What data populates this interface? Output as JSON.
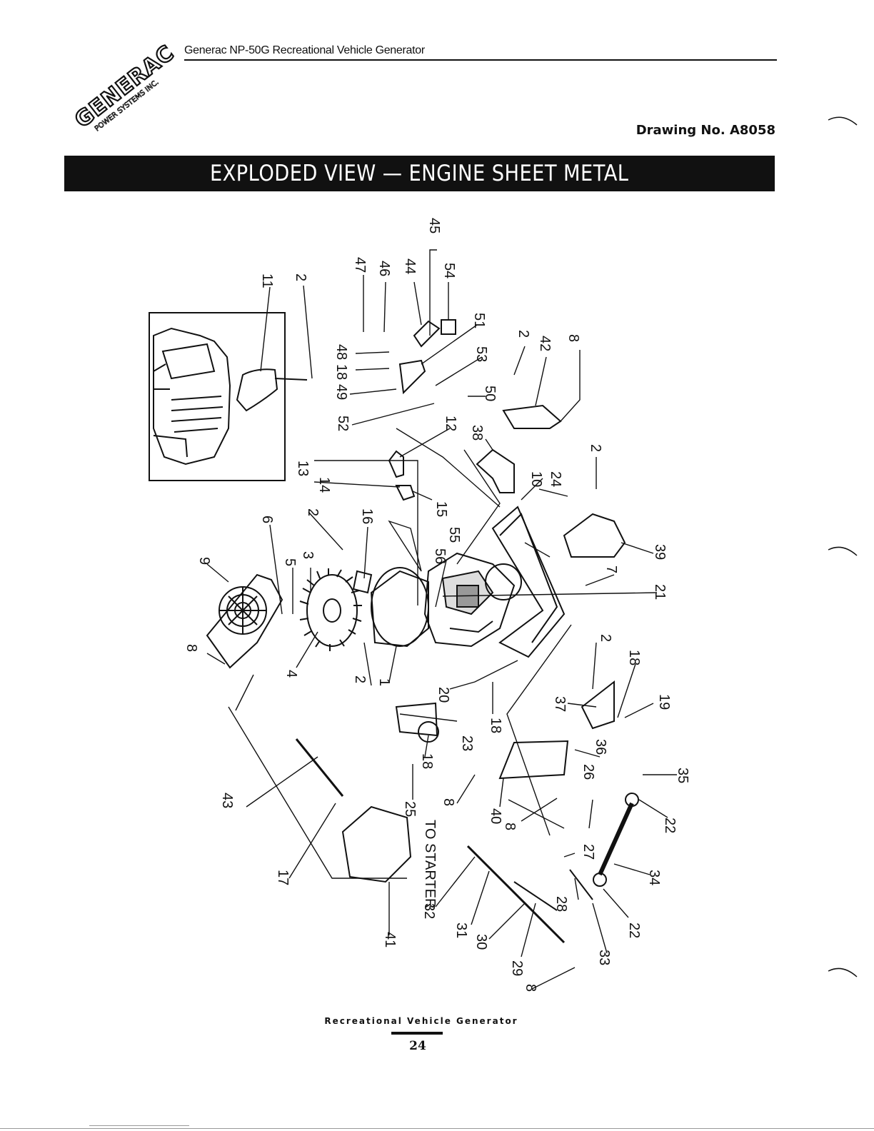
{
  "header": {
    "title": "Generac NP-50G Recreational Vehicle Generator",
    "logo_text": "GENERAC",
    "logo_subtext": "POWER SYSTEMS INC."
  },
  "drawing_number": "Drawing No. A8058",
  "banner_title": "EXPLODED VIEW — ENGINE SHEET METAL",
  "diagram": {
    "callouts": [
      "45",
      "47",
      "46",
      "44",
      "54",
      "11",
      "2",
      "51",
      "53",
      "50",
      "49",
      "18",
      "48",
      "52",
      "2",
      "42",
      "8",
      "12",
      "38",
      "13",
      "14",
      "15",
      "10",
      "24",
      "2",
      "16",
      "55",
      "56",
      "2",
      "6",
      "9",
      "5",
      "3",
      "39",
      "7",
      "21",
      "8",
      "4",
      "2",
      "1",
      "20",
      "2",
      "18",
      "37",
      "19",
      "18",
      "23",
      "18",
      "25",
      "43",
      "36",
      "26",
      "35",
      "8",
      "40",
      "8",
      "22",
      "17",
      "27",
      "34",
      "32",
      "31",
      "30",
      "28",
      "22",
      "41",
      "29",
      "33",
      "8"
    ],
    "to_starter_label": "TO STARTER"
  },
  "footer": {
    "caption": "Recreational Vehicle Generator",
    "page_number": "24"
  }
}
